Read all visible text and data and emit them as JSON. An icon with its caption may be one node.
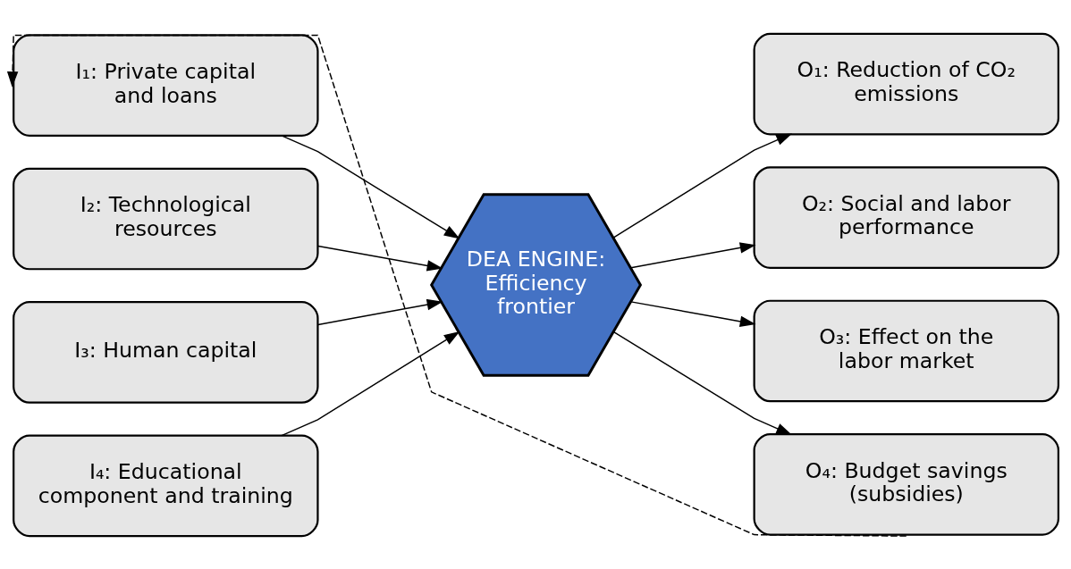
{
  "diagram": {
    "nodes": [
      {
        "text": [
          "I₁: Private capital and loans"
        ]
      },
      {
        "text": [
          "I₂: Technological resources"
        ]
      },
      {
        "text": [
          "I₃: Human capital"
        ]
      },
      {
        "text": [
          "I₄: Educational component and training"
        ]
      },
      {
        "text": [
          "DEA ENGINE: Efficiency frontier"
        ]
      },
      {
        "text": [
          "O₁: Reduction of CO₂ emissions"
        ]
      },
      {
        "text": [
          "O₂: Social and labor performance"
        ]
      },
      {
        "text": [
          "O₃: Effect on the labor market"
        ]
      },
      {
        "text": [
          "O₄: Budget savings (subsidies)"
        ]
      }
    ],
    "edges": [
      {
        "from": 0,
        "to": 4,
        "arrow": "to"
      },
      {
        "from": 1,
        "to": 4,
        "arrow": "to"
      },
      {
        "from": 2,
        "to": 4,
        "arrow": "to"
      },
      {
        "from": 3,
        "to": 4,
        "arrow": "to"
      },
      {
        "from": 4,
        "to": 5,
        "arrow": "to"
      },
      {
        "from": 4,
        "to": 6,
        "arrow": "to"
      },
      {
        "from": 4,
        "to": 7,
        "arrow": "to"
      },
      {
        "from": 4,
        "to": 8,
        "arrow": "to"
      },
      {
        "from": 8,
        "to": 0,
        "arrow": "to",
        "style": "dashed"
      }
    ]
  }
}
